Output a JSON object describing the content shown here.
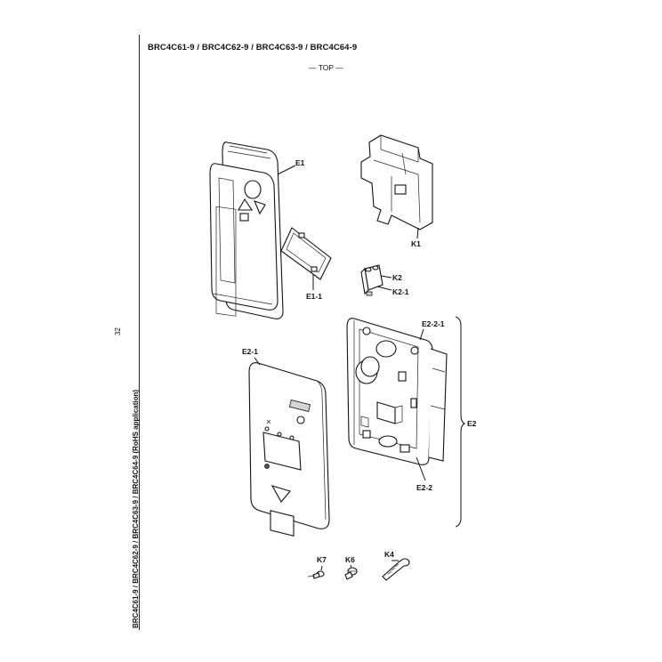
{
  "page": {
    "title": "BRC4C61-9 / BRC4C62-9 / BRC4C63-9 / BRC4C64-9",
    "subtitle": "— TOP —",
    "page_number": "32",
    "side_caption": "BRC4C61-9 / BRC4C62-9 / BRC4C63-9 / BRC4C64-9 (RoHS application)"
  },
  "parts": [
    {
      "id": "E1",
      "label": "E1"
    },
    {
      "id": "E1-1",
      "label": "E1-1"
    },
    {
      "id": "K1",
      "label": "K1"
    },
    {
      "id": "K2",
      "label": "K2"
    },
    {
      "id": "K2-1",
      "label": "K2-1"
    },
    {
      "id": "E2-1",
      "label": "E2-1"
    },
    {
      "id": "E2-2-1",
      "label": "E2-2-1"
    },
    {
      "id": "E2",
      "label": "E2"
    },
    {
      "id": "E2-2",
      "label": "E2-2"
    },
    {
      "id": "K7",
      "label": "K7"
    },
    {
      "id": "K6",
      "label": "K6"
    },
    {
      "id": "K4",
      "label": "K4"
    }
  ]
}
